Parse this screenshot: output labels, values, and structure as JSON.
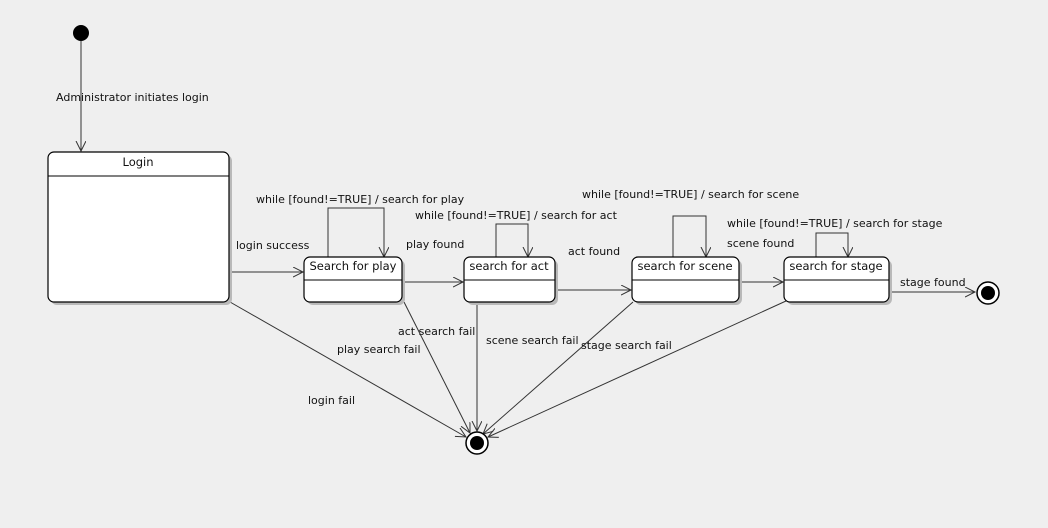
{
  "states": {
    "login": "Login",
    "search_play": "Search for play",
    "search_act": "search for act",
    "search_scene": "search for scene",
    "search_stage": "search for stage"
  },
  "transitions": {
    "initiate": "Administrator initiates login",
    "login_success": "login success",
    "login_fail": "login fail",
    "play_found": "play found",
    "play_search_fail": "play search fail",
    "act_found": "act found",
    "act_search_fail": "act search fail",
    "scene_found": "scene found",
    "scene_search_fail": "scene search fail",
    "stage_found": "stage found",
    "stage_search_fail": "stage search fail",
    "loop_play": "while [found!=TRUE] / search for play",
    "loop_act": "while [found!=TRUE] / search for act",
    "loop_scene": "while [found!=TRUE] / search for scene",
    "loop_stage": "while [found!=TRUE] / search for stage"
  }
}
